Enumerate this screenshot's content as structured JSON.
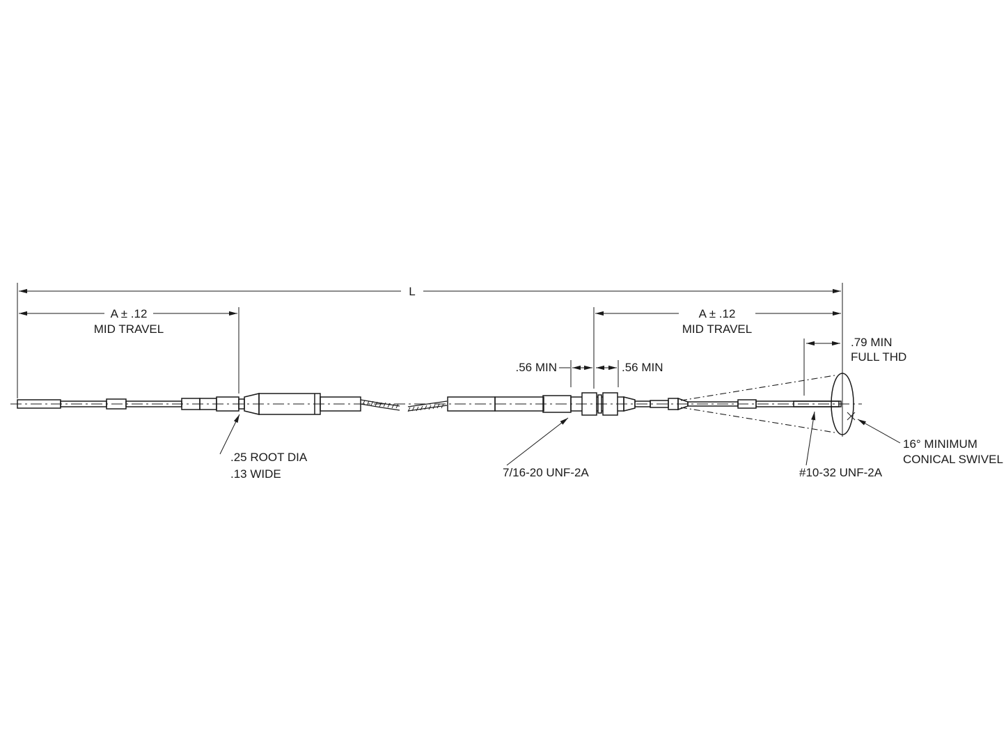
{
  "title": "Push-pull control cable assembly drawing",
  "colors": {
    "ink": "#1a1a1a",
    "background": "#ffffff"
  },
  "dims": {
    "overall": {
      "label": "L"
    },
    "travel_left": {
      "value": "A ± .12",
      "caption": "MID TRAVEL"
    },
    "travel_right": {
      "value": "A ± .12",
      "caption": "MID TRAVEL"
    },
    "full_thread": {
      "value": ".79 MIN",
      "caption": "FULL THD"
    },
    "bulkhead_left": {
      "value": ".56 MIN"
    },
    "bulkhead_right": {
      "value": ".56 MIN"
    }
  },
  "callouts": {
    "groove": {
      "line1": ".25 ROOT DIA",
      "line2": ".13 WIDE"
    },
    "bulkhead_thread": {
      "label": "7/16-20 UNF-2A"
    },
    "end_thread": {
      "label": "#10-32 UNF-2A"
    },
    "swivel": {
      "line1": "16° MINIMUM",
      "line2": "CONICAL SWIVEL"
    }
  }
}
